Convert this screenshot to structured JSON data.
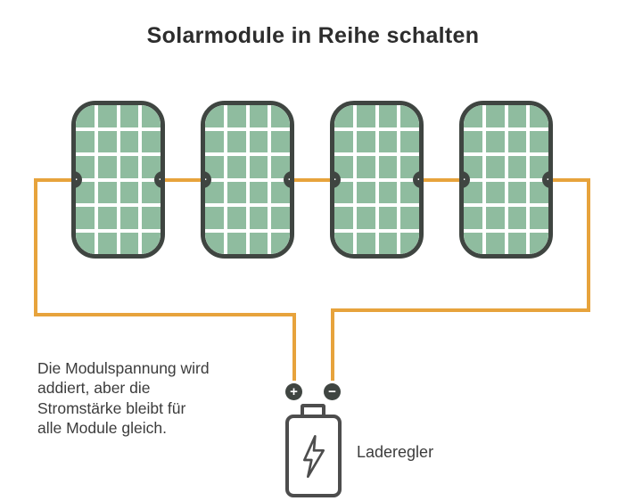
{
  "title": "Solarmodule in Reihe schalten",
  "note": {
    "lines": [
      "Die Modulspannung wird",
      "addiert, aber die",
      "Stromstärke bleibt für",
      "alle Module gleich."
    ]
  },
  "terminals": {
    "plus": "+",
    "minus": "−"
  },
  "controller": {
    "label": "Laderegler",
    "plus": "+",
    "minus": "−"
  },
  "panels": {
    "count": 4,
    "grid": {
      "cols": 4,
      "rows": 6
    }
  },
  "colors": {
    "panel_green": "#8fbc9f",
    "outline_dark": "#3f4541",
    "wire_orange": "#e7a33c",
    "text_dark": "#3c3c3c",
    "title_dark": "#2d2d2d",
    "icon_gray": "#4d4d4d",
    "background": "#ffffff"
  }
}
